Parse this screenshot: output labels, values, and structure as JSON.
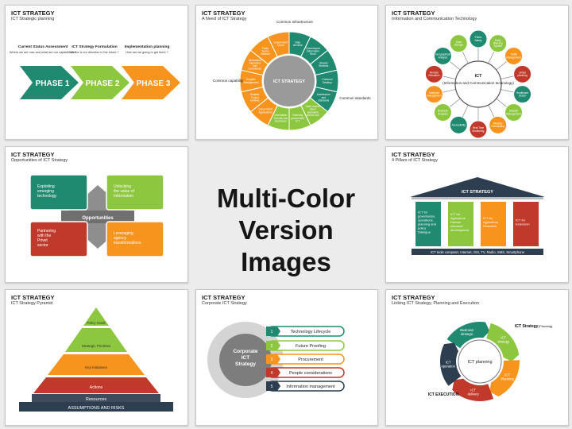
{
  "center": {
    "line1": "Multi-Color",
    "line2": "Version Images"
  },
  "slides": [
    {
      "title": "ICT STRATEGY",
      "subtitle": "ICT Strategic planning",
      "columns": [
        {
          "heading": "Current Status Assessment",
          "text": "Where we are now and what are our capabilities ?"
        },
        {
          "heading": "ICT Strategy Formulation",
          "text": "Where is our direction in the future ?"
        },
        {
          "heading": "Implementation planning",
          "text": "How are we going to get there ?"
        }
      ],
      "phases": [
        "PHASE 1",
        "PHASE 2",
        "PHASE 3"
      ],
      "colors": [
        "#1f8a70",
        "#8dc63f",
        "#f7941d"
      ]
    },
    {
      "title": "ICT STRATEGY",
      "subtitle": "A Need of ICT Strategy",
      "center": "ICT STRATEGY",
      "outer_labels": [
        "Common Infrastructure",
        "Common capability",
        "Common standards"
      ],
      "segments": [
        "Data services",
        "Government Information Store",
        "Shared Services",
        "Common Desktop",
        "Architecture and standards",
        "Open source, Open standards and re-use",
        "Greening government ICT",
        "Information Security and Assurance",
        "Government Applications",
        "Reliable Project Delivery",
        "Supplier Management",
        "Information Alignment and Compliance",
        "Public Sector Network",
        "Government Cloud"
      ],
      "colors": [
        "#1f8a70",
        "#8dc63f",
        "#f7941d"
      ]
    },
    {
      "title": "ICT STRATEGY",
      "subtitle": "Information and Communication Technology",
      "hub": [
        "ICT",
        "(Information and Communication technology)"
      ],
      "nodes": [
        "Public Safety",
        "Early Warning System",
        "Traffic Management",
        "Urban planning",
        "Healthcare Sector",
        "Disaster Management",
        "Weather Forecasting",
        "Real Time Monitoring",
        "Accessibility",
        "Business Analytics",
        "Research Management",
        "Remote Education",
        "Geographical Analysis",
        "Data Storage"
      ],
      "colors": [
        "#1f8a70",
        "#8dc63f",
        "#f7941d",
        "#c0392b"
      ]
    },
    {
      "title": "ICT STRATEGY",
      "subtitle": "Opportunities of ICT Strategy",
      "center": "Opportunities",
      "boxes": [
        "Exploiting emerging technology",
        "Unlocking the value of Information",
        "Partnering with the Privet sector",
        "Leveraging agency transformations"
      ],
      "colors": [
        "#1f8a70",
        "#8dc63f",
        "#c0392b",
        "#f7941d"
      ]
    },
    {
      "title": "ICT STRATEGY",
      "subtitle": "4 Pillars of ICT Strategy",
      "roof": "ICT STRATEGY",
      "pillars": [
        "ICT for governance, operations, planning and policy Dialogue",
        "ICT for Agriculture Human resource development",
        "ICT for Agriculture Research",
        "ICT for Extension"
      ],
      "base": "ICT tools computer, Internet, GIS, TV, Radio, SMS, Smartphone",
      "colors": [
        "#1f8a70",
        "#8dc63f",
        "#f7941d",
        "#c0392b"
      ]
    },
    {
      "title": "ICT STRATEGY",
      "subtitle": "ICT Strategy Pyramid",
      "levels": [
        "Policy Goals",
        "Strategic Priorities",
        "Key Initiatives",
        "Actions"
      ],
      "base1": "Resources",
      "base2": "ASSUMPTIONS AND RISKS",
      "colors": [
        "#8dc63f",
        "#8dc63f",
        "#f7941d",
        "#c0392b"
      ]
    },
    {
      "title": "ICT STRATEGY",
      "subtitle": "Corporate ICT Strategy",
      "center": "Corporate ICT Strategy",
      "numbers": [
        "1",
        "2",
        "3",
        "4",
        "5"
      ],
      "items": [
        "Technology Lifecycle",
        "Future Proofing",
        "Procurement",
        "People considerations",
        "Information management"
      ],
      "colors": [
        "#1f8a70",
        "#8dc63f",
        "#f7941d",
        "#c0392b",
        "#2c3e50"
      ]
    },
    {
      "title": "ICT STRATEGY",
      "subtitle": "Linking ICT Strategy, Planning and Execution",
      "center": "ICT planning",
      "arcs": [
        "Business strategic",
        "ICT strategy",
        "ICT Planning",
        "ICT delivery",
        "ICT operation"
      ],
      "strategy_label": "ICT Strategy",
      "strategy_sub": "(Planning)",
      "execution_label": "ICT EXECUTION",
      "colors": [
        "#1f8a70",
        "#8dc63f",
        "#f7941d",
        "#c0392b",
        "#2c3e50"
      ]
    }
  ]
}
